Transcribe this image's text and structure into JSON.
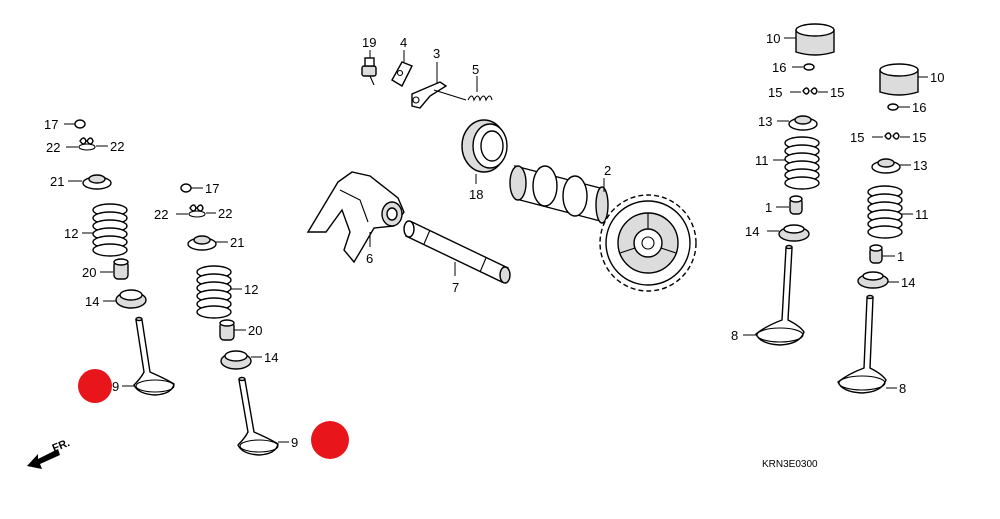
{
  "diagram": {
    "code": "KRN3E0300",
    "direction_label": "FR.",
    "markers": {
      "color": "#e8161b"
    },
    "labels": {
      "p19": "19",
      "p4": "4",
      "p3": "3",
      "p5": "5",
      "p2": "2",
      "p18": "18",
      "p6": "6",
      "p7": "7",
      "l17a": "17",
      "l22a": "22",
      "l22b": "22",
      "l21a": "21",
      "l12a": "12",
      "l20a": "20",
      "l14a": "14",
      "l9a": "9",
      "l17b": "17",
      "l22c": "22",
      "l22d": "22",
      "l21b": "21",
      "l12b": "12",
      "l20b": "20",
      "l14b": "14",
      "l9b": "9",
      "r10a": "10",
      "r16a": "16",
      "r15a": "15",
      "r15b": "15",
      "r13a": "13",
      "r11a": "11",
      "r1a": "1",
      "r14a": "14",
      "r8a": "8",
      "r10b": "10",
      "r16b": "16",
      "r15c": "15",
      "r15d": "15",
      "r13b": "13",
      "r11b": "11",
      "r1b": "1",
      "r14b": "14",
      "r8b": "8"
    }
  }
}
